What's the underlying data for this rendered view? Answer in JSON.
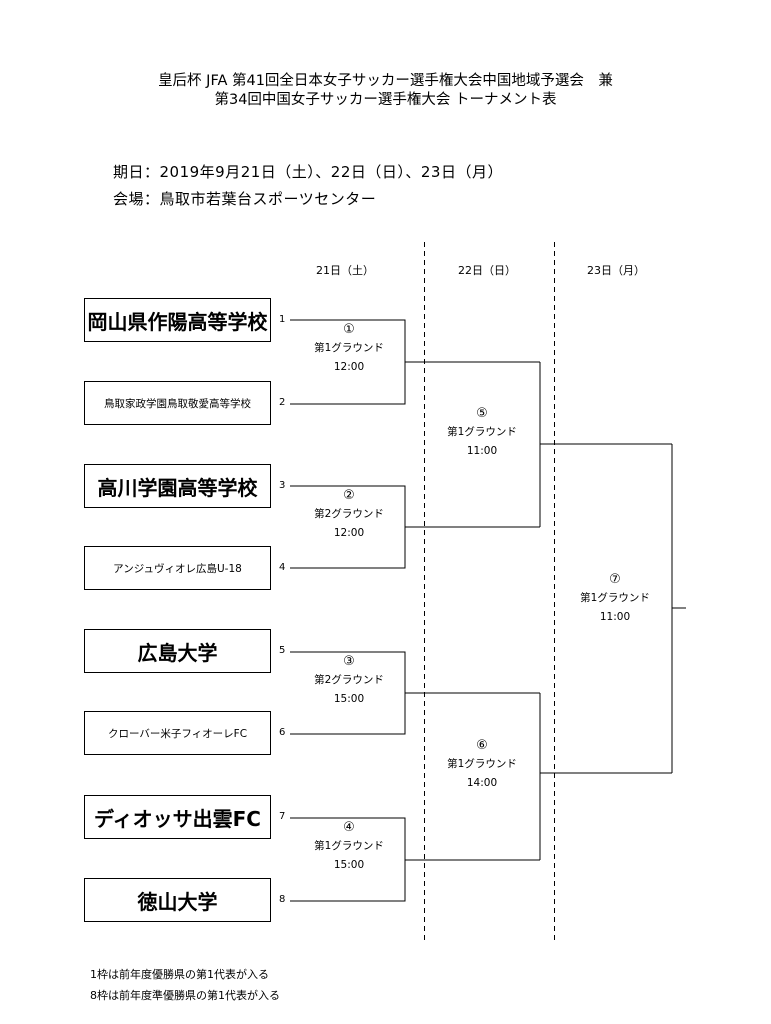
{
  "header": {
    "title_line1": "皇后杯 JFA 第41回全日本女子サッカー選手権大会中国地域予選会　兼",
    "title_line2": "第34回中国女子サッカー選手権大会 トーナメント表",
    "dates": "期日：2019年9月21日（土）、22日（日）、23日（月）",
    "venue": "会場：鳥取市若葉台スポーツセンター"
  },
  "days": [
    "21日（土）",
    "22日（日）",
    "23日（月）"
  ],
  "teams": [
    {
      "seed": "1",
      "name": "岡山県作陽高等学校"
    },
    {
      "seed": "2",
      "name": "鳥取家政学園鳥取敬愛高等学校"
    },
    {
      "seed": "3",
      "name": "高川学園高等学校"
    },
    {
      "seed": "4",
      "name": "アンジュヴィオレ広島U-18"
    },
    {
      "seed": "5",
      "name": "広島大学"
    },
    {
      "seed": "6",
      "name": "クローバー米子フィオーレFC"
    },
    {
      "seed": "7",
      "name": "ディオッサ出雲FC"
    },
    {
      "seed": "8",
      "name": "徳山大学"
    }
  ],
  "matches": [
    {
      "no": "①",
      "ground": "第1グラウンド",
      "time": "12:00"
    },
    {
      "no": "②",
      "ground": "第2グラウンド",
      "time": "12:00"
    },
    {
      "no": "③",
      "ground": "第2グラウンド",
      "time": "15:00"
    },
    {
      "no": "④",
      "ground": "第1グラウンド",
      "time": "15:00"
    },
    {
      "no": "⑤",
      "ground": "第1グラウンド",
      "time": "11:00"
    },
    {
      "no": "⑥",
      "ground": "第1グラウンド",
      "time": "14:00"
    },
    {
      "no": "⑦",
      "ground": "第1グラウンド",
      "time": "11:00"
    }
  ],
  "notes": [
    "1枠は前年度優勝県の第1代表が入る",
    "8枠は前年度準優勝県の第1代表が入る"
  ]
}
